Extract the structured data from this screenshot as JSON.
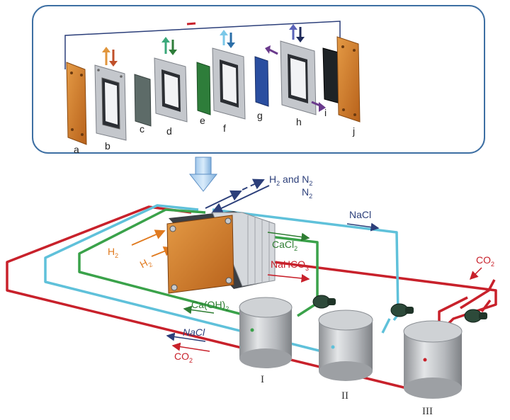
{
  "colors": {
    "frame": "#3d6fa3",
    "wire_top": "#2c3f7a",
    "pipe_red": "#c8212b",
    "pipe_cyan": "#5fc1da",
    "pipe_green": "#3aa24a",
    "pipe_navy": "#2c3f7a",
    "plate_copper": "#d9822b",
    "frame_grey": "#b8bcc2",
    "membrane_c": "#5d6b68",
    "membrane_e": "#2e7d3a",
    "membrane_g": "#2a4ea0",
    "membrane_i": "#1e2326",
    "tank": "#b9bcc0",
    "pump": "#2d4a3a",
    "label_orange": "#e07a1f",
    "label_green": "#2e7d32",
    "label_red": "#c8212b",
    "label_navy": "#2c3f7a"
  },
  "component_labels": {
    "a": "a",
    "b": "b",
    "c": "c",
    "d": "d",
    "e": "e",
    "f": "f",
    "g": "g",
    "h": "h",
    "i": "i",
    "j": "j"
  },
  "streams": {
    "h2_n2_main": "H",
    "h2_n2_sub": "2",
    "h2_n2_rest": " and N",
    "h2_n2_sub2": "2",
    "n2_main": "N",
    "n2_sub": "2",
    "nacl_top": "NaCl",
    "cacl2_main": "CaCl",
    "cacl2_sub": "2",
    "nahco3_main": "NaHCO",
    "nahco3_sub": "3",
    "h2_in1_main": "H",
    "h2_in1_sub": "2",
    "h2_in2_main": "H",
    "h2_in2_sub": "2",
    "caoh2_main": "Ca(OH)",
    "caoh2_sub": "2",
    "nacl_bottom": "NaCl",
    "co2_left_main": "CO",
    "co2_left_sub": "2",
    "co2_right_main": "CO",
    "co2_right_sub": "2"
  },
  "tanks": {
    "t1": "I",
    "t2": "II",
    "t3": "III"
  },
  "icons": {
    "down_arrow": "big-down-arrow-icon",
    "pump": "pump-icon"
  }
}
